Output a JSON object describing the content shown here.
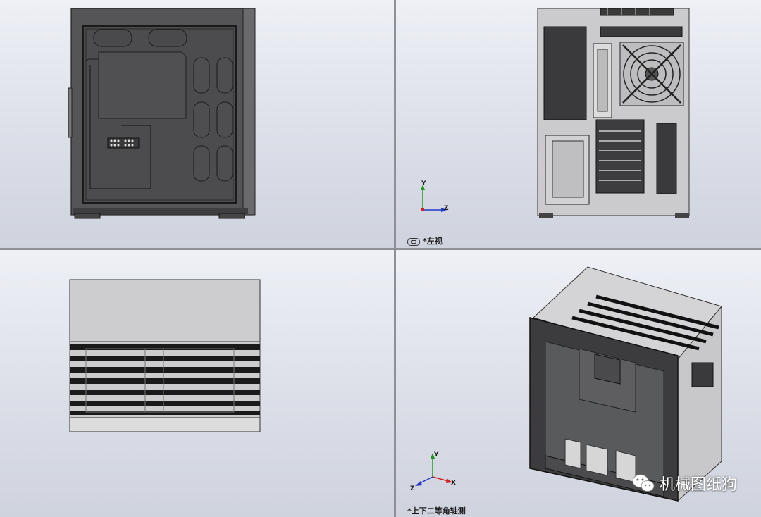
{
  "viewports": {
    "top_left": {
      "label": ""
    },
    "top_right": {
      "label": "*左视"
    },
    "bottom_left": {
      "label": ""
    },
    "bottom_right": {
      "label": "*上下二等角轴测"
    }
  },
  "triad": {
    "axis_y": "Y",
    "axis_z": "Z",
    "axis_x": "X"
  },
  "watermark": {
    "text": "机械图纸狗",
    "icon": "wechat-icon"
  },
  "colors": {
    "axis_x": "#d42020",
    "axis_y": "#1e9a1e",
    "axis_z": "#2238c8",
    "body_dark": "#4a4a4c",
    "body_light": "#c9c9cb"
  }
}
